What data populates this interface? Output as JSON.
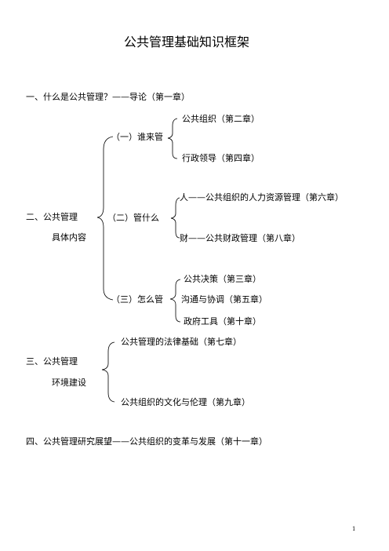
{
  "title": "公共管理基础知识框架",
  "section1": "一、什么是公共管理？——导论（第一章）",
  "section2": {
    "label_line1": "二、公共管理",
    "label_line2": "具体内容",
    "sub1": {
      "label": "（一）谁来管",
      "items": [
        "公共组织（第二章）",
        "行政领导（第四章）"
      ]
    },
    "sub2": {
      "label": "（二）管什么",
      "items": [
        "人——公共组织的人力资源管理（第六章）",
        "财——公共财政管理（第八章）"
      ]
    },
    "sub3": {
      "label": "（三）怎么管",
      "items": [
        "公共决策（第三章）",
        "沟通与协调（第五章）",
        "政府工具（第十章）"
      ]
    }
  },
  "section3": {
    "label_line1": "三、公共管理",
    "label_line2": "环境建设",
    "items": [
      "公共管理的法律基础（第七章）",
      "公共组织的文化与伦理（第九章）"
    ]
  },
  "section4": "四、公共管理研究展望——公共组织的变革与发展（第十一章）",
  "page_number": "1"
}
